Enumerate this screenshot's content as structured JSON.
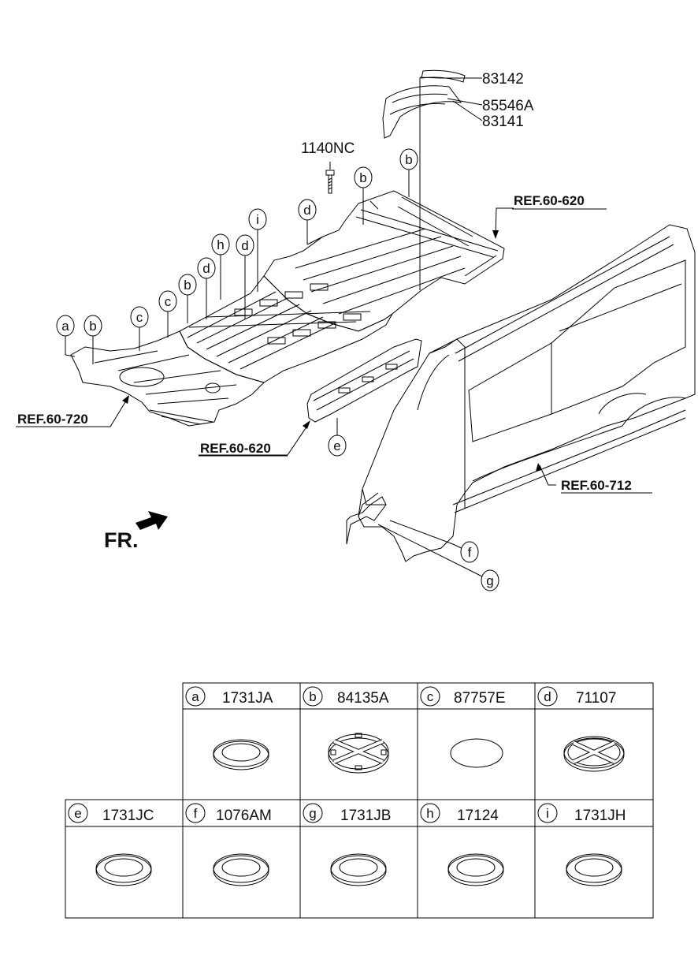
{
  "diagram": {
    "part_numbers": {
      "p83142": "83142",
      "p85546a": "85546A",
      "p83141": "83141",
      "p1140nc": "1140NC"
    },
    "references": {
      "ref_720": "REF.60-720",
      "ref_620_top": "REF.60-620",
      "ref_620_bottom": "REF.60-620",
      "ref_712": "REF.60-712"
    },
    "front_indicator": "FR.",
    "callout_letters": [
      "a",
      "b",
      "c",
      "c",
      "b",
      "d",
      "h",
      "d",
      "i",
      "d",
      "b",
      "b",
      "e",
      "f",
      "g"
    ]
  },
  "parts_table": {
    "cells": [
      {
        "letter": "a",
        "code": "1731JA"
      },
      {
        "letter": "b",
        "code": "84135A"
      },
      {
        "letter": "c",
        "code": "87757E"
      },
      {
        "letter": "d",
        "code": "71107"
      },
      {
        "letter": "e",
        "code": "1731JC"
      },
      {
        "letter": "f",
        "code": "1076AM"
      },
      {
        "letter": "g",
        "code": "1731JB"
      },
      {
        "letter": "h",
        "code": "17124"
      },
      {
        "letter": "i",
        "code": "1731JH"
      }
    ]
  }
}
